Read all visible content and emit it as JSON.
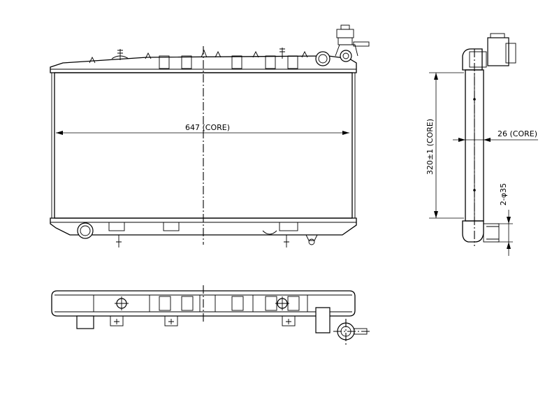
{
  "dimensions": {
    "core_width": "647 (CORE)",
    "core_height": "320±1 (CORE)",
    "core_thickness": "26 (CORE)",
    "pipe_diameter": "2-φ35"
  }
}
